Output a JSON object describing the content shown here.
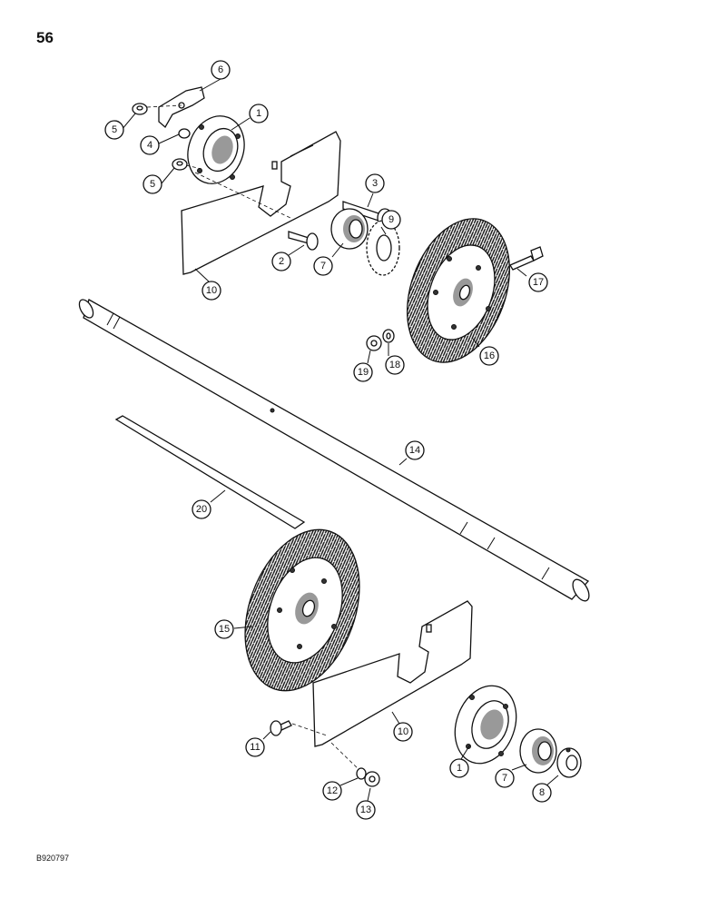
{
  "page_number": "56",
  "reference_code": "B920797",
  "callouts": {
    "c1a": "1",
    "c1b": "1",
    "c2": "2",
    "c3": "3",
    "c4": "4",
    "c5a": "5",
    "c5b": "5",
    "c6": "6",
    "c7a": "7",
    "c7b": "7",
    "c8": "8",
    "c9": "9",
    "c10a": "10",
    "c10b": "10",
    "c11": "11",
    "c12": "12",
    "c13": "13",
    "c14": "14",
    "c15": "15",
    "c16": "16",
    "c17": "17",
    "c18": "18",
    "c19": "19",
    "c20": "20"
  }
}
